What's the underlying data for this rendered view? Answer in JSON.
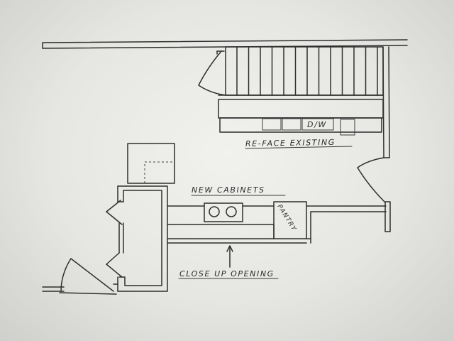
{
  "labels": {
    "dw": "D/W",
    "reface": "RE-FACE EXISTING",
    "new_cabinets": "NEW CABINETS",
    "pantry": "PANTRY",
    "close_up": "CLOSE UP OPENING"
  },
  "colors": {
    "ink": "#2e2e2e",
    "paper": "#ececea"
  }
}
